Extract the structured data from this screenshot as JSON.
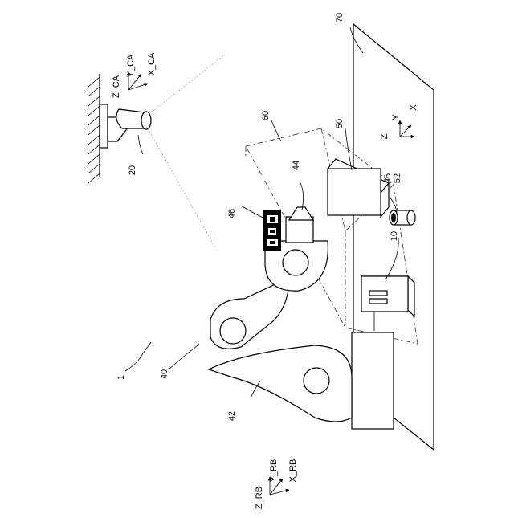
{
  "labels": {
    "ref_1": "1",
    "ref_10": "10",
    "ref_20": "20",
    "ref_40": "40",
    "ref_42": "42",
    "ref_44": "44",
    "ref_46_marker": "46",
    "ref_46_target": "46",
    "ref_50": "50",
    "ref_52": "52",
    "ref_60": "60",
    "ref_70": "70"
  },
  "axes": {
    "camera": {
      "x": "X_CA",
      "y": "Y_CA",
      "z": "Z_CA"
    },
    "robot": {
      "x": "X_RB",
      "y": "Y_RB",
      "z": "Z_RB"
    },
    "world": {
      "x": "X",
      "y": "Y",
      "z": "Z"
    }
  }
}
